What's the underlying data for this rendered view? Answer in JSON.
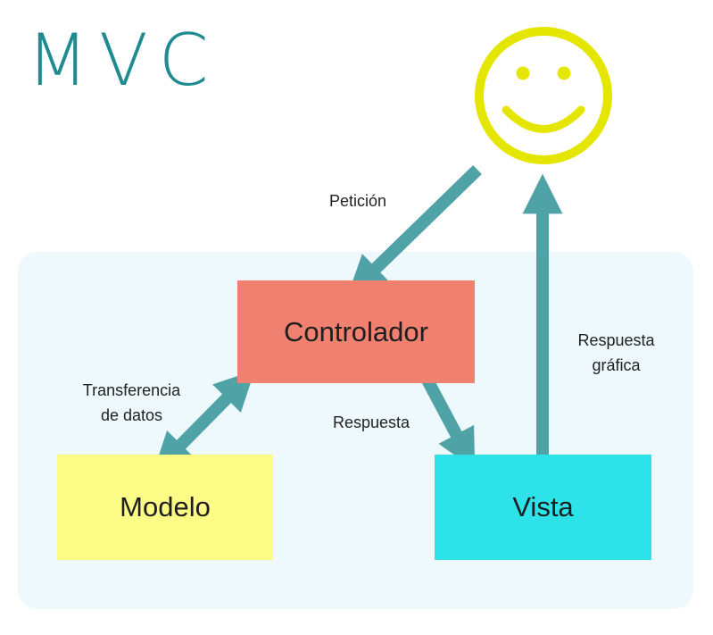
{
  "title": "MVC",
  "nodes": {
    "controller": "Controlador",
    "model": "Modelo",
    "view": "Vista"
  },
  "edges": {
    "request": "Petición",
    "data_transfer_line1": "Transferencia",
    "data_transfer_line2": "de datos",
    "response": "Respuesta",
    "graphic_response_line1": "Respuesta",
    "graphic_response_line2": "gráfica"
  },
  "colors": {
    "title": "#1f8a8f",
    "panel": "#eef9fd",
    "controller": "#f0806f",
    "model": "#fdfc86",
    "view": "#2ee2ea",
    "arrow": "#4fa3a6",
    "smiley": "#e5e600"
  },
  "icons": {
    "user": "smiley-face-icon"
  }
}
